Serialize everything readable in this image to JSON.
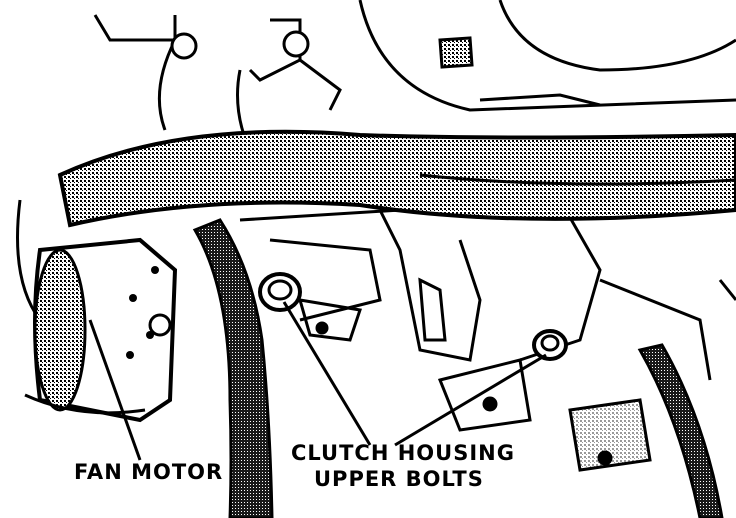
{
  "labels": {
    "fan_motor": "FAN MOTOR",
    "clutch_housing_line1": "CLUTCH HOUSING",
    "clutch_housing_line2": "UPPER BOLTS"
  },
  "colors": {
    "ink": "#000000",
    "paper": "#ffffff",
    "stipple": "#3a3a3a"
  }
}
